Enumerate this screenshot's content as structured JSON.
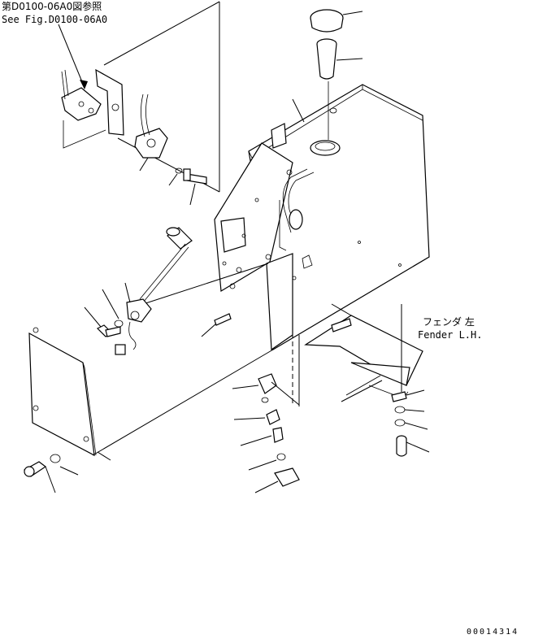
{
  "reference": {
    "jp": "第D0100-06A0図参照",
    "en": "See Fig.D0100-06A0"
  },
  "fender_label": {
    "jp": "フェンダ 左",
    "en": "Fender L.H."
  },
  "drawing_code": "00014314"
}
